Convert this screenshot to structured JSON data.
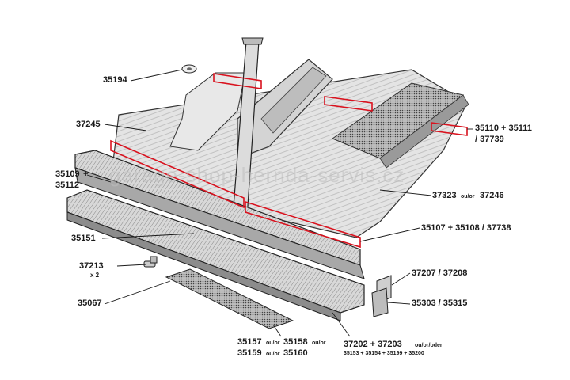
{
  "labels": {
    "p35194": "35194",
    "p37245": "37245",
    "p35109": "35109",
    "plus1": "+",
    "p35112": "35112",
    "p35151": "35151",
    "p37213": "37213",
    "x2": "x 2",
    "p35067": "35067",
    "p35157": "35157",
    "ouor1": "ou/or",
    "p35158": "35158",
    "ouor2": "ou/or",
    "p35159": "35159",
    "ouor3": "ou/or",
    "p35160": "35160",
    "p37202": "37202 + 37203",
    "ouorder": "ou/or/oder",
    "p35153": "35153 + 35154 + 35199 + 35200",
    "p35303": "35303 / 35315",
    "p37207": "37207 / 37208",
    "p35107": "35107 + 35108 / 37738",
    "p37323": "37323",
    "ouor4": "ou/or",
    "p37246": "37246",
    "p35110": "35110 + 35111",
    "p37739": "/ 37739"
  },
  "watermark": "garage-shop-hernda-servis.cz",
  "colors": {
    "ink": "#1a1a1a",
    "metal_light": "#e6e6e6",
    "metal_mid": "#c9c9c9",
    "metal_dark": "#8c8c8c",
    "highlight": "#d9121e"
  }
}
